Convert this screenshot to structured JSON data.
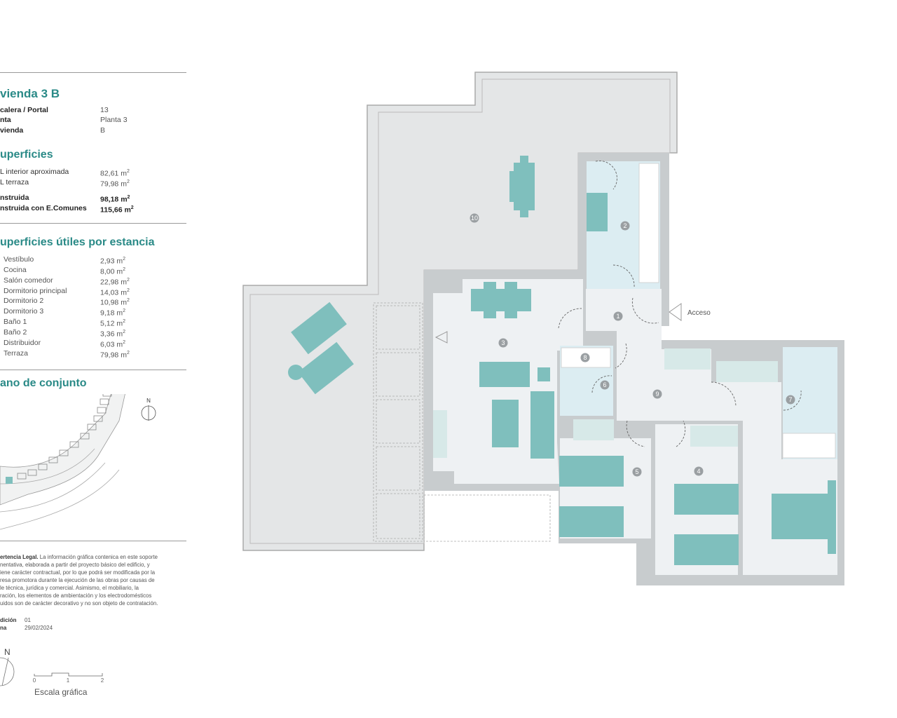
{
  "unit": {
    "title": "vienda 3 B",
    "rows": [
      {
        "label": "calera / Portal",
        "value": "13"
      },
      {
        "label": "nta",
        "value": "Planta 3"
      },
      {
        "label": "vienda",
        "value": "B"
      }
    ]
  },
  "surfaces": {
    "title": "uperficies",
    "rows": [
      {
        "label": "L interior aproximada",
        "value": "82,61 m",
        "sup": "2"
      },
      {
        "label": "L terraza",
        "value": "79,98 m",
        "sup": "2"
      },
      {
        "label": "nstruida",
        "value": "98,18 m",
        "sup": "2"
      },
      {
        "label": "nstruida con E.Comunes",
        "value": "115,66 m",
        "sup": "2"
      }
    ]
  },
  "rooms": {
    "title": "uperficies útiles por estancia",
    "rows": [
      {
        "label": "Vestíbulo",
        "value": "2,93 m",
        "sup": "2"
      },
      {
        "label": "Cocina",
        "value": "8,00 m",
        "sup": "2"
      },
      {
        "label": "Salón comedor",
        "value": "22,98 m",
        "sup": "2"
      },
      {
        "label": "Dormitorio principal",
        "value": "14,03 m",
        "sup": "2"
      },
      {
        "label": "Dormitorio 2",
        "value": "10,98 m",
        "sup": "2"
      },
      {
        "label": "Dormitorio 3",
        "value": "9,18 m",
        "sup": "2"
      },
      {
        "label": "Baño 1",
        "value": "5,12 m",
        "sup": "2"
      },
      {
        "label": "Baño 2",
        "value": "3,36 m",
        "sup": "2"
      },
      {
        "label": "Distribuidor",
        "value": "6,03 m",
        "sup": "2"
      },
      {
        "label": "Terraza",
        "value": "79,98 m",
        "sup": "2"
      }
    ]
  },
  "site_plan": {
    "title": "ano de conjunto",
    "north": "N"
  },
  "legal": {
    "heading": "ertencia Legal.",
    "lines": [
      " La información gráfica contenica en este soporte",
      "nentativa, elaborada a partir del proyecto básico del edificio, y",
      "iene carácter contractual, por lo que podrá ser modificada por la",
      "resa promotora durante la ejecución de las obras por causas de",
      "le técnica, jurídica y comercial. Asimismo, el mobiliario, la",
      "ración, los elementos de ambientación y los electrodomésticos",
      "uidos son de carácter decorativo y no son objeto de contratación."
    ]
  },
  "edition": {
    "label1": "dición",
    "value1": "01",
    "label2": "na",
    "value2": "29/02/2024"
  },
  "scale": {
    "north": "N",
    "ticks": [
      "0",
      "1",
      "2"
    ],
    "label": "Escala gráfica"
  },
  "plan": {
    "access_label": "Acceso",
    "room_numbers": [
      "1",
      "2",
      "3",
      "4",
      "5",
      "6",
      "7",
      "8",
      "9",
      "10"
    ],
    "colors": {
      "furniture": "#7fbfbd",
      "wet": "#dcedf2",
      "floor": "#eef1f3",
      "wall": "#c8ccce",
      "terrace": "#e4e6e7",
      "accent": "#2a8a87"
    }
  }
}
